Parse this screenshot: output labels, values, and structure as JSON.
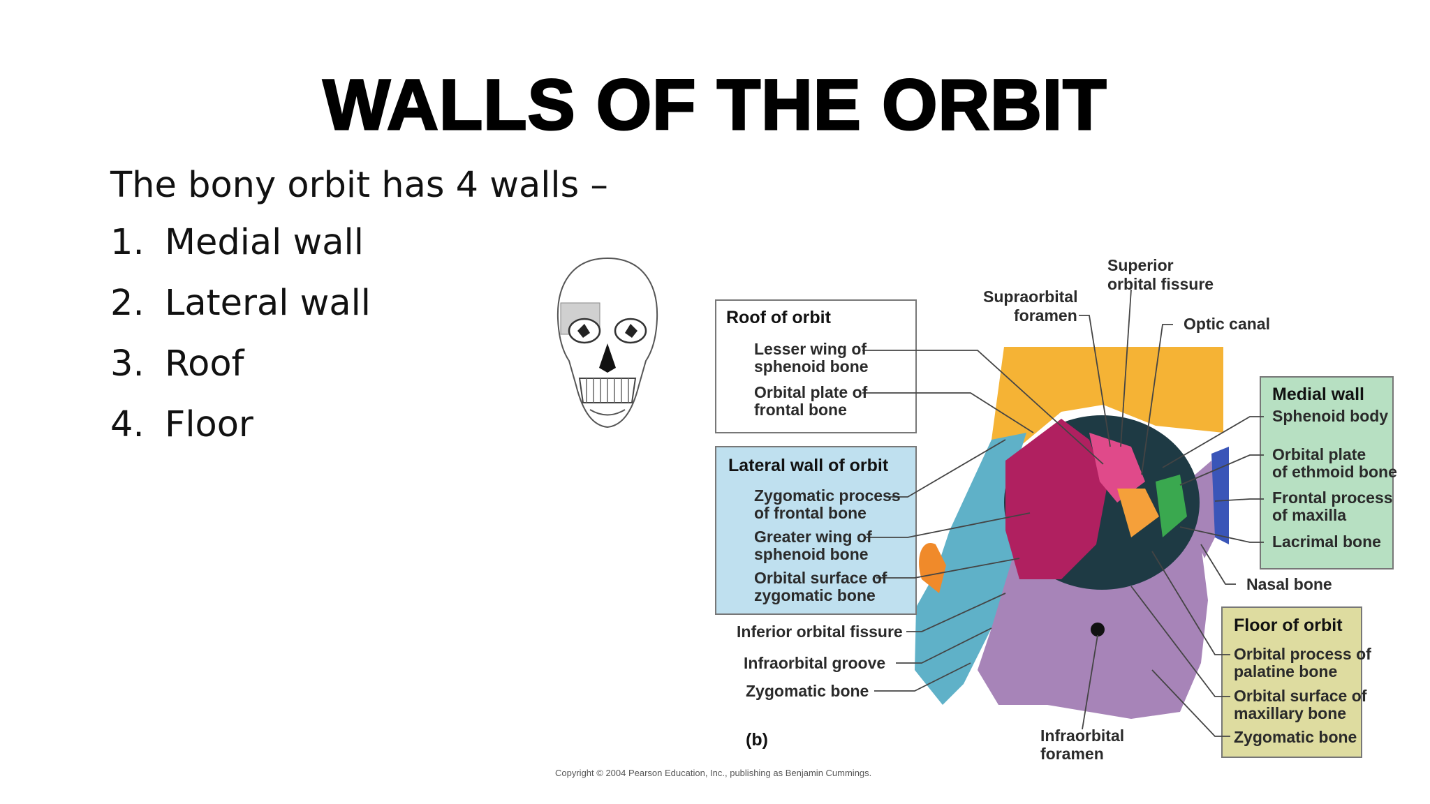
{
  "slide": {
    "title": "WALLS OF THE ORBIT",
    "intro": "The bony orbit has 4 walls –",
    "walls": [
      {
        "num": "1.",
        "label": "Medial wall"
      },
      {
        "num": "2.",
        "label": "Lateral wall"
      },
      {
        "num": "3.",
        "label": "Roof"
      },
      {
        "num": "4.",
        "label": "Floor"
      }
    ]
  },
  "diagram": {
    "roof": {
      "header": "Roof of orbit",
      "items": [
        "Lesser wing of",
        "sphenoid bone",
        "Orbital plate of",
        "frontal bone"
      ]
    },
    "lateral": {
      "header": "Lateral wall of orbit",
      "items": [
        "Zygomatic process",
        "of frontal bone",
        "Greater wing of",
        "sphenoid bone",
        "Orbital surface of",
        "zygomatic bone"
      ]
    },
    "medial": {
      "header": "Medial wall",
      "items": [
        "Sphenoid body",
        "Orbital plate",
        "of ethmoid bone",
        "Frontal process",
        "of maxilla",
        "Lacrimal bone"
      ]
    },
    "floor": {
      "header": "Floor of orbit",
      "items": [
        "Orbital process of",
        "palatine bone",
        "Orbital surface of",
        "maxillary bone",
        "Zygomatic bone"
      ]
    },
    "top_labels": [
      "Supraorbital",
      "foramen",
      "Superior",
      "orbital fissure",
      "Optic canal"
    ],
    "nasal_bone": "Nasal bone",
    "left_labels": [
      "Inferior orbital fissure",
      "Infraorbital groove",
      "Zygomatic bone"
    ],
    "bottom_labels": [
      "Infraorbital",
      "foramen"
    ],
    "panel": "(b)",
    "copyright": "Copyright © 2004 Pearson Education, Inc., publishing as Benjamin Cummings."
  },
  "colors": {
    "roof": "#f5b335",
    "roof_box": "#ffffff",
    "lateral_box": "#bfe0ef",
    "medial_box": "#b7e0c2",
    "floor_box": "#dedca0",
    "zygomatic": "#5fb1c8",
    "maxilla": "#a784b8",
    "orbit_inner": "#b02060",
    "ethmoid": "#3aa84f",
    "nasal": "#3a55b8",
    "sphenoid_dark": "#6a3a2a"
  }
}
